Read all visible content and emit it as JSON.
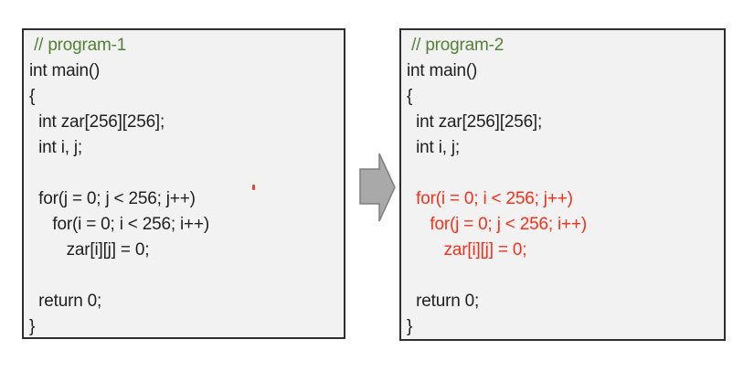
{
  "page": {
    "background": "#ffffff",
    "description": "Side-by-side comparison of two C programs with a transformation arrow"
  },
  "colors": {
    "box_background": "#f2f2f2",
    "box_border": "#2e2e2e",
    "code_text": "#1f1f1f",
    "comment_green": "#538135",
    "highlight_red": "#fa2f1a",
    "arrow_fill": "#a9a9a9",
    "arrow_stroke": "#7f7f7f",
    "speck_red": "#e8452c"
  },
  "program1": {
    "name": "program-1",
    "lines": [
      " // program-1",
      "int main()",
      "{",
      "  int zar[256][256];",
      "  int i, j;",
      "",
      "  for(j = 0; j < 256; j++)",
      "     for(i = 0; i < 256; i++)",
      "        zar[i][j] = 0;",
      "",
      "  return 0;",
      "}"
    ]
  },
  "program2": {
    "name": "program-2",
    "lines": [
      " // program-2",
      "int main()",
      "{",
      "  int zar[256][256];",
      "  int i, j;",
      "",
      "  for(i = 0; i < 256; j++)",
      "     for(j = 0; j < 256; i++)",
      "        zar[i][j] = 0;",
      "",
      "  return 0;",
      "}"
    ]
  },
  "arrow": {
    "icon": "right-block-arrow",
    "meaning": "transforms-into"
  }
}
